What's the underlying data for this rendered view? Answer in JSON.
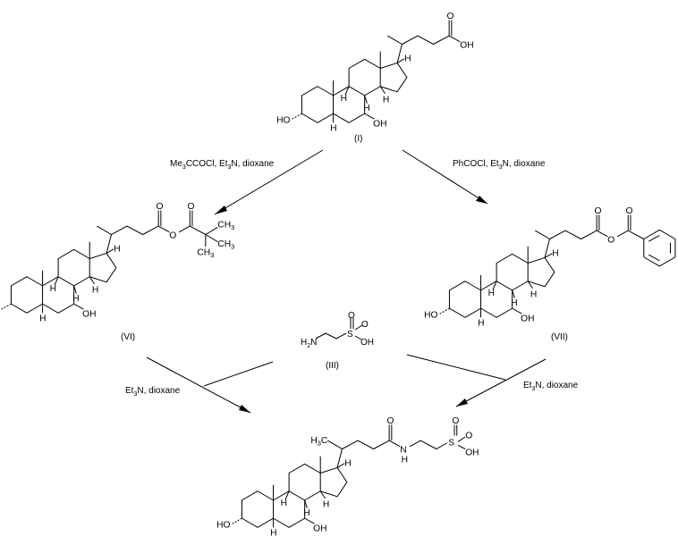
{
  "compounds": {
    "I": {
      "label": "(I)"
    },
    "VI": {
      "label": "(VI)"
    },
    "VII": {
      "label": "(VII)"
    },
    "III": {
      "label": "(III)"
    }
  },
  "atoms": {
    "HO": "HO",
    "OH": "OH",
    "H": "H",
    "O": "O",
    "N": "N",
    "S": "S",
    "C": "C",
    "H2": "H",
    "N_sub": "2",
    "CH3": "CH",
    "three": "3",
    "H3C_H": "H",
    "H3C_C": "C"
  },
  "conditions": {
    "top_left": {
      "a": "Me",
      "sub1": "3",
      "b": "CCOCl, Et",
      "sub2": "3",
      "c": "N, dioxane"
    },
    "top_right": {
      "a": "PhCOCl, Et",
      "sub1": "3",
      "b": "N, dioxane"
    },
    "bottom_left": {
      "a": "Et",
      "sub1": "3",
      "b": "N, dioxane"
    },
    "bottom_right": {
      "a": "Et",
      "sub1": "3",
      "b": "N, dioxane"
    }
  }
}
